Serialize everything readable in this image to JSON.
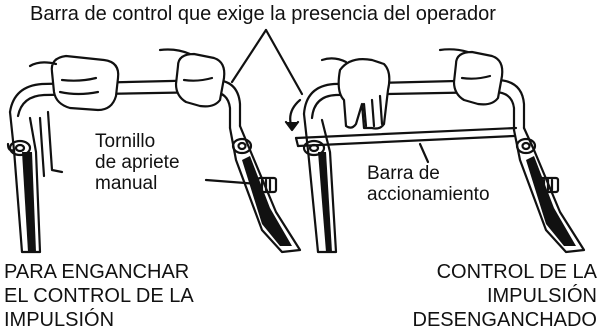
{
  "diagram": {
    "title": "Barra de control que exige la presencia del operador",
    "label_knob": [
      "Tornillo",
      "de apriete",
      "manual"
    ],
    "label_bar": [
      "Barra de",
      "accionamiento"
    ],
    "caption_left": [
      "PARA ENGANCHAR",
      "EL CONTROL DE LA",
      "IMPULSIÓN"
    ],
    "caption_right": [
      "CONTROL DE LA",
      "IMPULSIÓN",
      "DESENGANCHADO"
    ]
  }
}
